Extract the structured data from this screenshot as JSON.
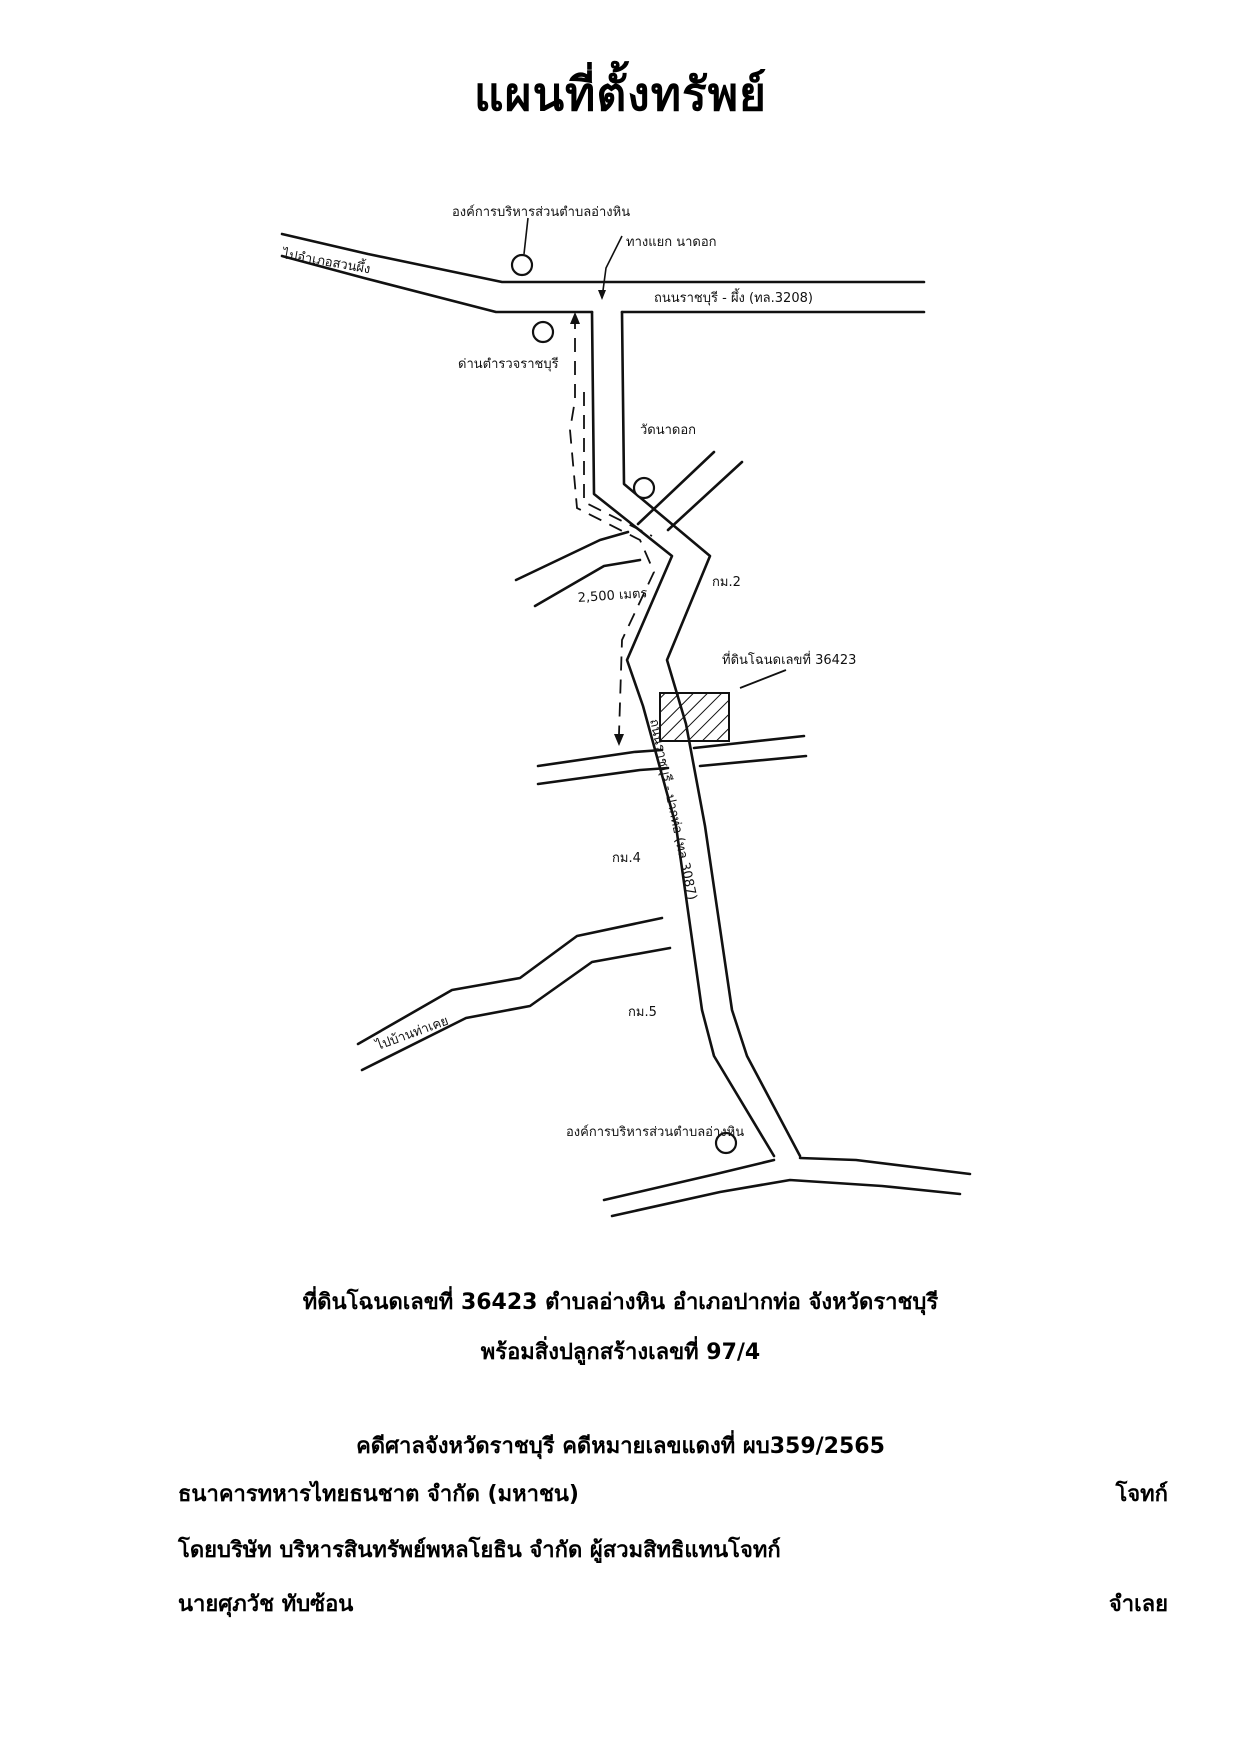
{
  "title": "แผนที่ตั้งทรัพย์",
  "map": {
    "labels": {
      "district_office": "องค์การบริหารส่วนตำบลอ่างหิน",
      "junction": "ทางแยก นาดอก",
      "to_dist": "ไปอำเภอสวนผึ้ง",
      "main_road": "ถนนราชบุรี - ผึ้ง (ทล.3208)",
      "police": "ด่านตำรวจราชบุรี",
      "temple": "วัดนาดอก",
      "distance": "2,500 เมตร",
      "km2": "กม.2",
      "plot_label": "ที่ดินโฉนดเลขที่ 36423",
      "side_road": "ถนนราชบุรี - ปากท่อ (ทล.3087)",
      "km4": "กม.4",
      "km5": "กม.5",
      "to_lower": "ไปบ้านท่าเคย",
      "south_office": "องค์การบริหารส่วนตำบลอ่างหิน"
    },
    "colors": {
      "ink": "#111111",
      "paper": "#ffffff"
    }
  },
  "caption": {
    "line1": "ที่ดินโฉนดเลขที่ 36423 ตำบลอ่างหิน อำเภอปากท่อ จังหวัดราชบุรี",
    "line2": "พร้อมสิ่งปลูกสร้างเลขที่ 97/4"
  },
  "case": {
    "court": "คดีศาลจังหวัดราชบุรี คดีหมายเลขแดงที่  ผบ359/2565",
    "plaintiff": "ธนาคารทหารไทยธนชาต จำกัด (มหาชน)",
    "plaintiff_role": "โจทก์",
    "assignee": "โดยบริษัท บริหารสินทรัพย์พหลโยธิน จำกัด ผู้สวมสิทธิแทนโจทก์",
    "defendant": "นายศุภวัช ทับซ้อน",
    "defendant_role": "จำเลย"
  }
}
